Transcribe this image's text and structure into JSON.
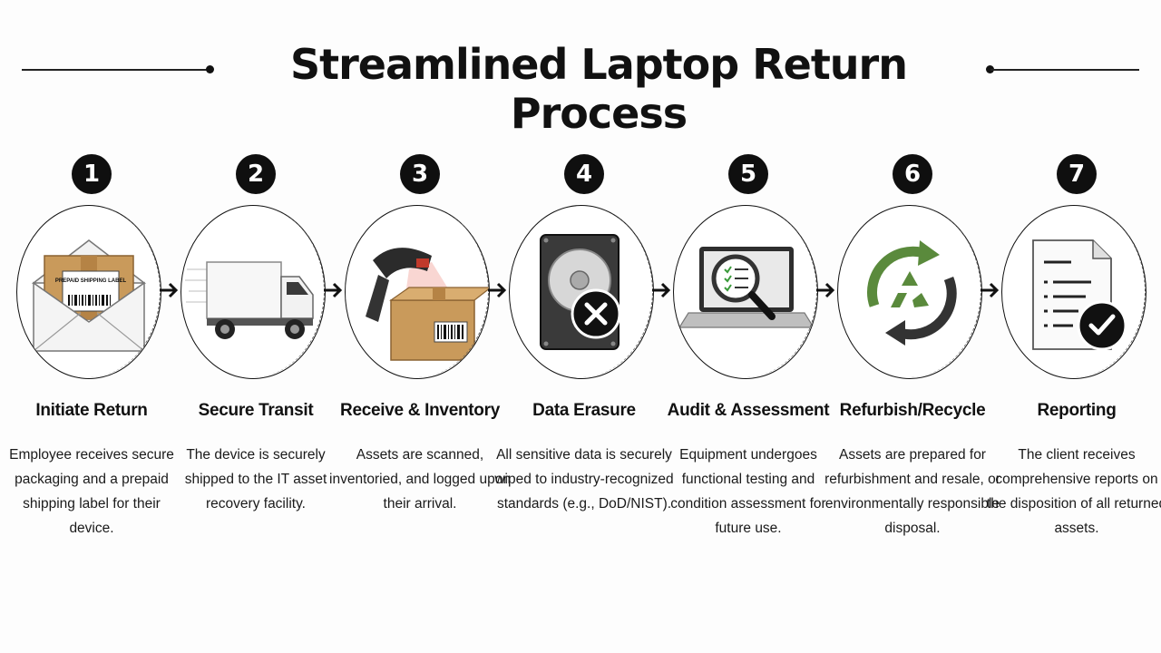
{
  "title": "Streamlined Laptop Return Process",
  "steps": [
    {
      "number": "1",
      "title": "Initiate Return",
      "description": "Employee receives secure packaging and a prepaid shipping label for their device.",
      "icon": "envelope-package-icon",
      "label_text": "PREPAID SHIPPING LABEL"
    },
    {
      "number": "2",
      "title": "Secure Transit",
      "description": "The device is securely shipped to the IT asset recovery facility.",
      "icon": "delivery-truck-icon"
    },
    {
      "number": "3",
      "title": "Receive & Inventory",
      "description": "Assets are scanned, inventoried, and logged upon their arrival.",
      "icon": "barcode-scanner-box-icon"
    },
    {
      "number": "4",
      "title": "Data Erasure",
      "description": "All sensitive data is securely wiped to industry-recognized standards (e.g., DoD/NIST).",
      "icon": "hard-drive-erase-icon"
    },
    {
      "number": "5",
      "title": "Audit & Assessment",
      "description": "Equipment undergoes functional testing and condition assessment for future use.",
      "icon": "laptop-magnifier-icon"
    },
    {
      "number": "6",
      "title": "Refurbish/Recycle",
      "description": "Assets are prepared for refurbishment and resale, or environmentally responsible disposal.",
      "icon": "recycle-icon"
    },
    {
      "number": "7",
      "title": "Reporting",
      "description": "The client receives comprehensive reports on the disposition of all returned assets.",
      "icon": "report-check-icon"
    }
  ]
}
